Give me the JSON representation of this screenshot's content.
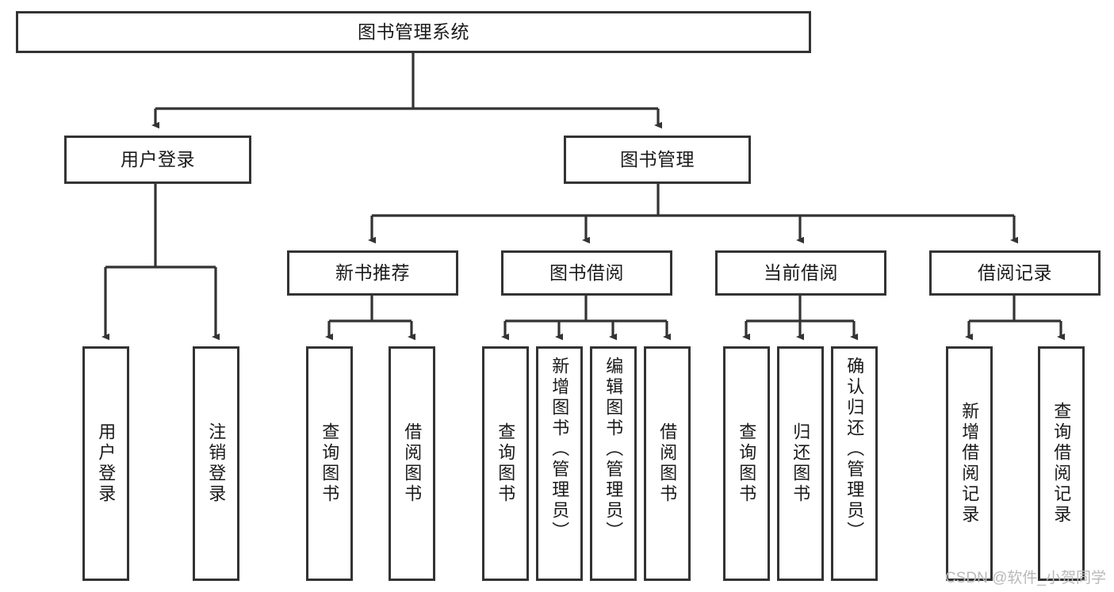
{
  "diagram": {
    "type": "tree-hierarchy",
    "title": "图书管理系统",
    "watermark": "CSDN @软件_小贺同学",
    "colors": {
      "box_border": "#333333",
      "box_fill": "#ffffff",
      "connector": "#333333",
      "text": "#1a1a1a",
      "watermark": "#b9b9b9",
      "background": "#ffffff"
    },
    "levels": {
      "root": "图书管理系统",
      "level2": [
        "用户登录",
        "图书管理"
      ],
      "level3": [
        "新书推荐",
        "图书借阅",
        "当前借阅",
        "借阅记录"
      ]
    },
    "nodes": {
      "root": {
        "label": "图书管理系统"
      },
      "user_login": {
        "label": "用户登录"
      },
      "book_manage": {
        "label": "图书管理"
      },
      "new_book_rec": {
        "label": "新书推荐"
      },
      "book_borrow": {
        "label": "图书借阅"
      },
      "current_borrow": {
        "label": "当前借阅"
      },
      "borrow_record": {
        "label": "借阅记录"
      }
    },
    "leaves": {
      "user_login": [
        {
          "label": "用户登录"
        },
        {
          "label": "注销登录"
        }
      ],
      "new_book_rec": [
        {
          "label": "查询图书"
        },
        {
          "label": "借阅图书"
        }
      ],
      "book_borrow": [
        {
          "label": "查询图书"
        },
        {
          "label": "新增图书（管理员）"
        },
        {
          "label": "编辑图书（管理员）"
        },
        {
          "label": "借阅图书"
        }
      ],
      "current_borrow": [
        {
          "label": "查询图书"
        },
        {
          "label": "归还图书"
        },
        {
          "label": "确认归还（管理员）"
        }
      ],
      "borrow_record": [
        {
          "label": "新增借阅记录"
        },
        {
          "label": "查询借阅记录"
        }
      ]
    }
  }
}
